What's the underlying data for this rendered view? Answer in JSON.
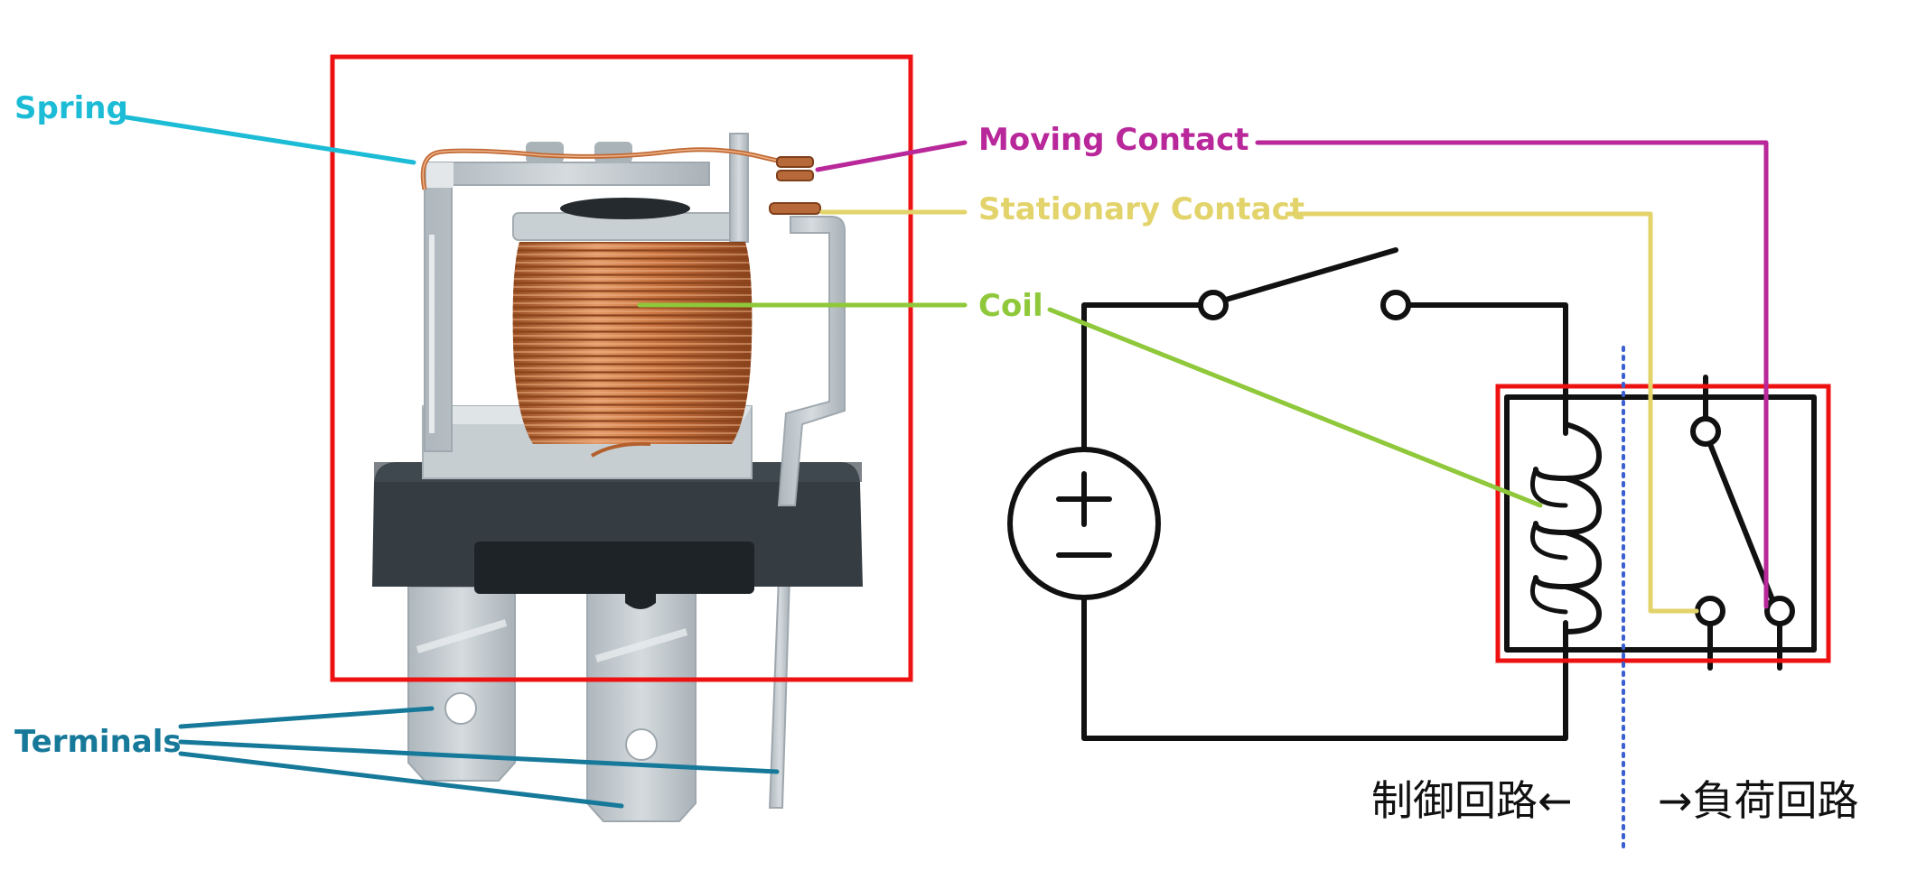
{
  "labels": {
    "spring": "Spring",
    "terminals": "Terminals",
    "moving_contact": "Moving Contact",
    "stationary_contact": "Stationary Contact",
    "coil": "Coil",
    "control_circuit": "制御回路←",
    "load_circuit": "→負荷回路"
  },
  "colors": {
    "spring": "#1cbcd6",
    "terminals": "#16799a",
    "moving_contact": "#b8289a",
    "stationary_contact": "#e2d36a",
    "coil": "#8fc83a",
    "highlight_box": "#ee1111",
    "divider": "#3a5fd0"
  }
}
